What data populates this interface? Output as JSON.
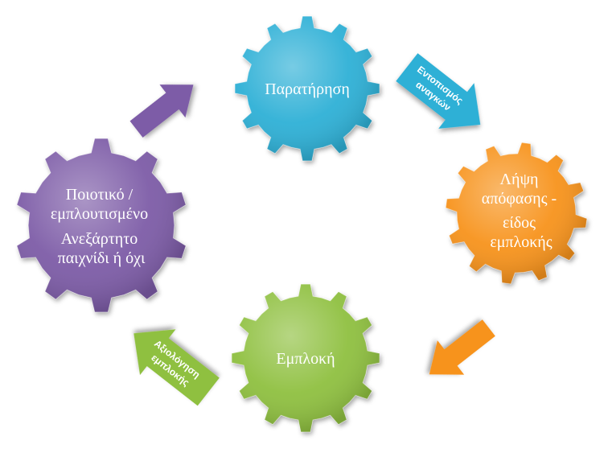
{
  "diagram": {
    "gears": [
      {
        "id": "observation",
        "color": "#2fb0d6",
        "lines": [
          "Παρατήρηση"
        ]
      },
      {
        "id": "decision",
        "color": "#f7931e",
        "lines": [
          "Λήψη",
          "απόφασης -",
          "είδος",
          "εμπλοκής"
        ]
      },
      {
        "id": "involvement",
        "color": "#8fc03f",
        "lines": [
          "Εμπλοκή"
        ]
      },
      {
        "id": "quality",
        "color": "#7d5ca7",
        "lines": [
          "Ποιοτικό /",
          "εμπλουτισμένο",
          "Ανεξάρτητο",
          "παιχνίδι ή όχι"
        ]
      }
    ],
    "arrows": [
      {
        "id": "purple-arrow",
        "color": "#7d5ca7",
        "lines": []
      },
      {
        "id": "needs-detection",
        "color": "#2fb0d6",
        "lines": [
          "Εντοπισμός",
          "αναγκών"
        ]
      },
      {
        "id": "orange-arrow",
        "color": "#f7931e",
        "lines": []
      },
      {
        "id": "involvement-evaluation",
        "color": "#8fc03f",
        "lines": [
          "Αξιολόγηση",
          "εμπλοκής"
        ]
      }
    ]
  }
}
